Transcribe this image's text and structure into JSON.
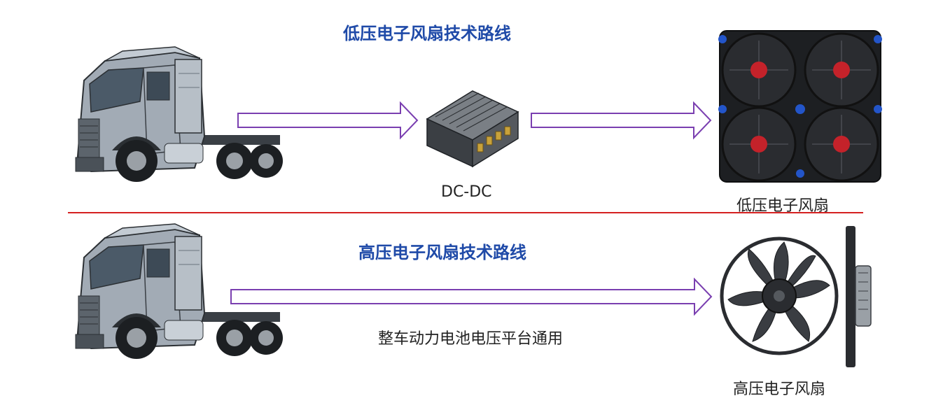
{
  "low_route": {
    "title": "低压电子风扇技术路线",
    "converter_label": "DC-DC",
    "fan_label": "低压电子风扇"
  },
  "high_route": {
    "title": "高压电子风扇技术路线",
    "arrow_label": "整车动力电池电压平台通用",
    "fan_label": "高压电子风扇"
  },
  "colors": {
    "title": "#1f4aa8",
    "arrow_stroke": "#7a3fb0",
    "divider": "#d42020",
    "truck_body": "#9aa3ad"
  },
  "icons": [
    "truck-icon",
    "dc-dc-converter-icon",
    "quad-fan-radiator-icon",
    "axial-fan-icon"
  ]
}
